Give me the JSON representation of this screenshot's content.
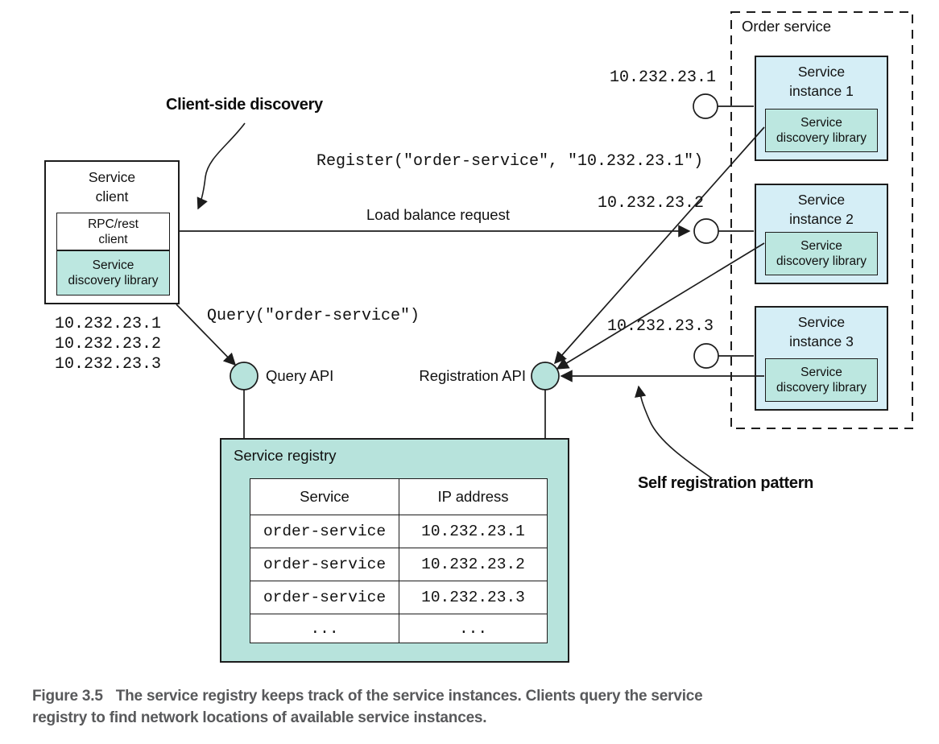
{
  "annotations": {
    "client_side_discovery": "Client-side discovery",
    "self_registration": "Self registration pattern"
  },
  "client": {
    "title": "Service\nclient",
    "rpc_client": "RPC/rest\nclient",
    "discovery_library": "Service\ndiscovery library",
    "resolved_ips": [
      "10.232.23.1",
      "10.232.23.2",
      "10.232.23.3"
    ]
  },
  "messages": {
    "register_call": "Register(\"order-service\", \"10.232.23.1\")",
    "query_call": "Query(\"order-service\")",
    "load_balance": "Load balance request"
  },
  "apis": {
    "query_label": "Query API",
    "registration_label": "Registration API"
  },
  "order_service": {
    "title": "Order service",
    "instances": [
      {
        "title": "Service\ninstance 1",
        "library": "Service\ndiscovery library",
        "ip": "10.232.23.1"
      },
      {
        "title": "Service\ninstance 2",
        "library": "Service\ndiscovery library",
        "ip": "10.232.23.2"
      },
      {
        "title": "Service\ninstance 3",
        "library": "Service\ndiscovery library",
        "ip": "10.232.23.3"
      }
    ]
  },
  "registry": {
    "title": "Service registry",
    "table": {
      "headers": [
        "Service",
        "IP address"
      ],
      "rows": [
        [
          "order-service",
          "10.232.23.1"
        ],
        [
          "order-service",
          "10.232.23.2"
        ],
        [
          "order-service",
          "10.232.23.3"
        ],
        [
          "...",
          "..."
        ]
      ]
    }
  },
  "caption": {
    "label": "Figure 3.5",
    "text": "The service registry keeps track of the service instances. Clients query the service\nregistry to find network locations of available service instances."
  },
  "colors": {
    "instance_fill": "#d5eef6",
    "library_fill": "#bce7e0",
    "registry_fill": "#b7e3dc",
    "api_circle_fill": "#b7e3dc",
    "line": "#1c1c1c",
    "caption_text": "#58595b"
  }
}
